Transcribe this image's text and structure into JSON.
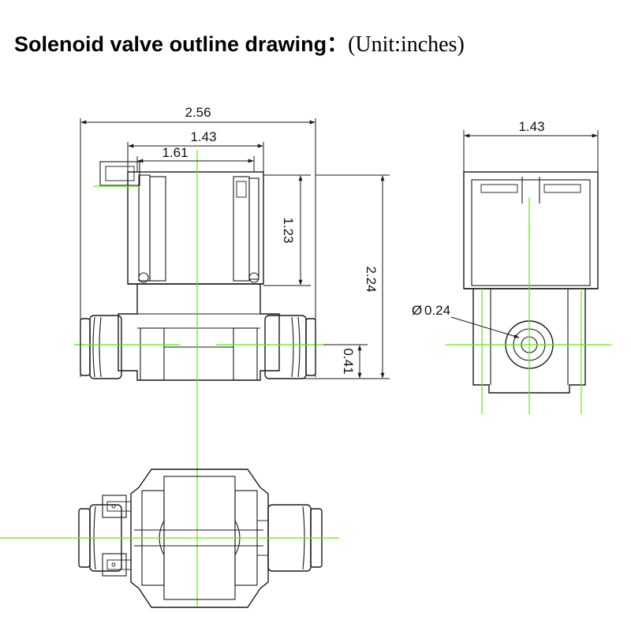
{
  "title": {
    "main": "Solenoid valve outline drawing",
    "separator": "：",
    "unit": "(Unit:inches)"
  },
  "front_view": {
    "dim_overall_width": "2.56",
    "dim_coil_width": "1.43",
    "dim_body_width": "1.61",
    "dim_coil_height": "1.23",
    "dim_overall_height": "2.24",
    "dim_port_height": "0.41"
  },
  "side_view": {
    "dim_width": "1.43",
    "dim_port_diameter": "0.24",
    "diameter_symbol": "Ø"
  },
  "colors": {
    "centerline": "#5cf000",
    "outline": "#1a1a1a"
  }
}
